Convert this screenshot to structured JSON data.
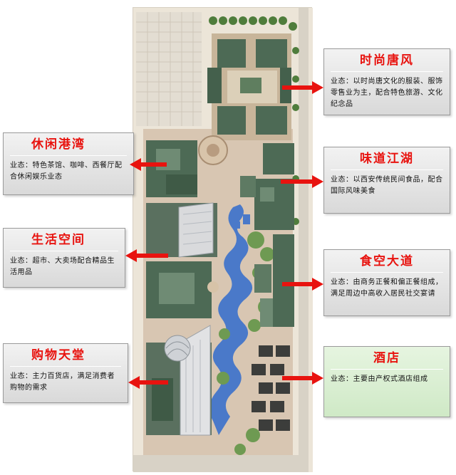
{
  "callouts": [
    {
      "id": "shishang",
      "title": "时尚唐风",
      "desc": "业态：以时尚唐文化的服装、服饰零售业为主，配合特色旅游、文化纪念品"
    },
    {
      "id": "weidao",
      "title": "味道江湖",
      "desc": "业态：以西安传统民间食品，配合国际风味美食"
    },
    {
      "id": "shikong",
      "title": "食空大道",
      "desc": "业态：由商务正餐和偏正餐组成，满足周边中高收入居民社交宴请"
    },
    {
      "id": "jiudian",
      "title": "酒店",
      "desc": "业态：主要由产权式酒店组成"
    },
    {
      "id": "xiuxian",
      "title": "休闲港湾",
      "desc": "业态：特色茶馆、咖啡、西餐厅配合休闲娱乐业态"
    },
    {
      "id": "shenghuo",
      "title": "生活空间",
      "desc": "业态：超市、大卖场配合精品生活用品"
    },
    {
      "id": "gouwu",
      "title": "购物天堂",
      "desc": "业态：主力百货店，满足消费者购物的需求"
    }
  ],
  "colors": {
    "title_red": "#e8130f",
    "arrow_red": "#e8130f",
    "box_gray": "#e2e2e2",
    "box_green": "#d8efd0",
    "roof": "#4d6a55",
    "water": "#4a79c9",
    "paving": "#c7a98e",
    "greenery": "#6e9a52"
  }
}
